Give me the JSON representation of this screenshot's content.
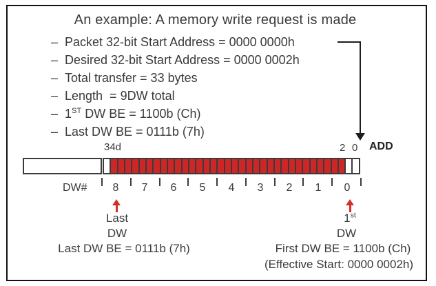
{
  "title": "An example: A memory write request is made",
  "bullet_dash": "–",
  "bullets": [
    {
      "text": "Packet 32-bit Start Address = 0000 0000h"
    },
    {
      "text": "Desired 32-bit Start Address = 0000 0002h"
    },
    {
      "text": "Total transfer = 33 bytes"
    },
    {
      "text": "Length  = 9DW total"
    },
    {
      "base": "1",
      "sup": "ST",
      "rest": " DW BE = 1100b (Ch)"
    },
    {
      "text": "Last DW BE = 0111b (7h)"
    }
  ],
  "diagram": {
    "top_left_label": "34d",
    "addr_label_2": "2",
    "addr_label_0": "0",
    "axis_name": "ADD",
    "bar": {
      "white_left": 1,
      "red": 33,
      "white_right": 2
    },
    "dw_axis": {
      "label": "DW#",
      "numbers": [
        "8",
        "7",
        "6",
        "5",
        "4",
        "3",
        "2",
        "1",
        "0"
      ]
    },
    "colors": {
      "cell_red": "#cc2627",
      "arrow_red": "#d2312a",
      "outline": "#3c3c3c",
      "text": "#3a3a3a"
    }
  },
  "annotations": {
    "last": {
      "line1": "Last",
      "line2": "DW",
      "line3": "Last DW BE = 0111b (7h)"
    },
    "first": {
      "base": "1",
      "sup": "st",
      "line2": "DW",
      "line3": "First DW BE = 1100b (Ch)",
      "line4": "(Effective Start: 0000 0002h)"
    }
  }
}
